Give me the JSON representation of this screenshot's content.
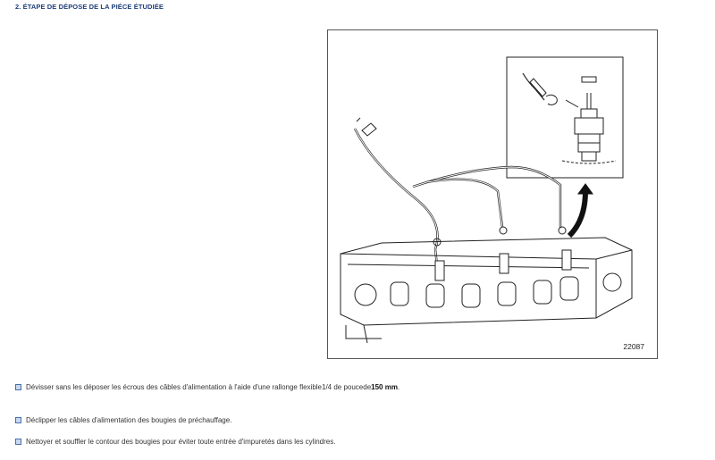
{
  "section": {
    "title": "2. ÉTAPE DE DÉPOSE DE LA PIÉCE ÉTUDIÉE"
  },
  "figure": {
    "number": "22087"
  },
  "steps": [
    {
      "text": "Dévisser sans les déposer les écrous des câbles d'alimentation à l'aide d'une rallonge flexible1/4 de poucede ",
      "bold": "150 mm",
      "tail": " ."
    },
    {
      "text": "Déclipper les câbles d'alimentation des bougies de préchauffage."
    },
    {
      "text": "Nettoyer et souffler le contour des bougies pour éviter toute entrée d'impuretés dans les cylindres."
    }
  ],
  "colors": {
    "title": "#1f3f78",
    "bullet_border": "#4a6fa8",
    "bullet_fill": "#c9d8ef",
    "text": "#333333"
  }
}
